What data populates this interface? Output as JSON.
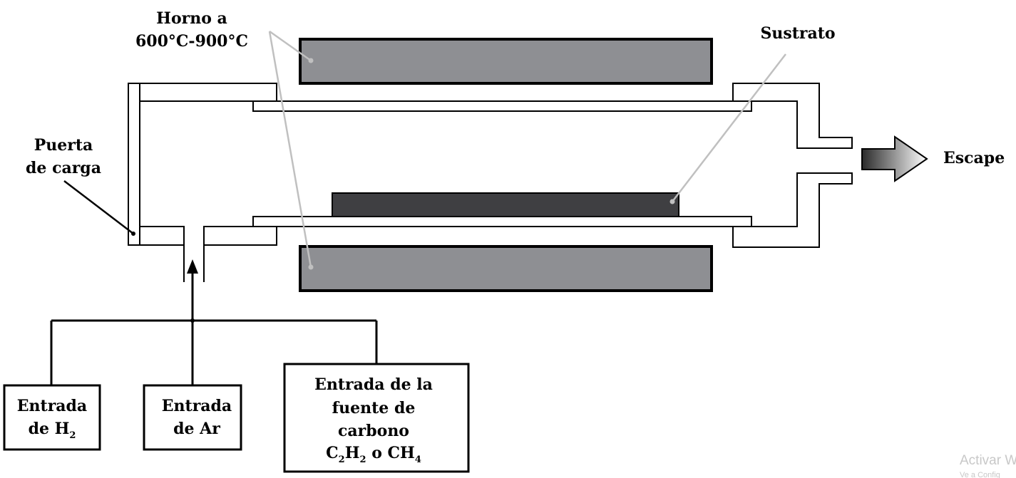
{
  "labels": {
    "furnace_line1": "Horno a",
    "furnace_line2": "600°C-900°C",
    "substrate": "Sustrato",
    "door_line1": "Puerta",
    "door_line2": "de carga",
    "exhaust": "Escape",
    "h2_line1": "Entrada",
    "h2_line2_prefix": "de H",
    "h2_line2_sub": "2",
    "ar_line1": "Entrada",
    "ar_line2": "de Ar",
    "carbon_line1": "Entrada de la",
    "carbon_line2": "fuente de",
    "carbon_line3": "carbono",
    "carbon_line4_a": "C",
    "carbon_line4_a_sub": "2",
    "carbon_line4_b": "H",
    "carbon_line4_b_sub": "2",
    "carbon_line4_mid": " o CH",
    "carbon_line4_c_sub": "4"
  },
  "watermark": {
    "line1": "Activar W",
    "line2": "Ve a Config"
  },
  "colors": {
    "furnace": "#8e8f93",
    "substrate": "#3f3f42",
    "leader": "#c0c0c0",
    "outline": "#000000"
  }
}
